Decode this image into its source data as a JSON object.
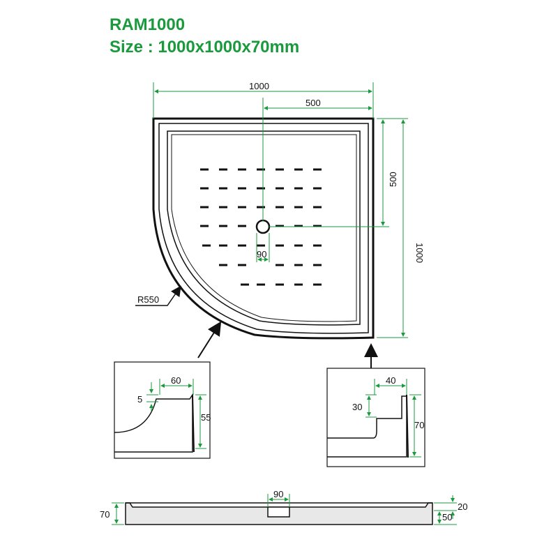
{
  "header": {
    "model": "RAM1000",
    "size": "Size : 1000x1000x70mm"
  },
  "colors": {
    "title": "#1a9a3c",
    "dimension_line": "#1a9a3c",
    "outline": "#111111"
  },
  "plan": {
    "width_label": "1000",
    "half_width_label": "500",
    "height_label": "1000",
    "half_height_label": "500",
    "drain_label": "90",
    "radius_label": "R550"
  },
  "detail_left": {
    "width_label": "60",
    "lip_label": "5",
    "height_label": "55"
  },
  "detail_right": {
    "width_label": "40",
    "step_label": "30",
    "height_label": "70"
  },
  "side_view": {
    "drain_label": "90",
    "height_label": "70",
    "top_label": "20",
    "base_label": "50"
  }
}
